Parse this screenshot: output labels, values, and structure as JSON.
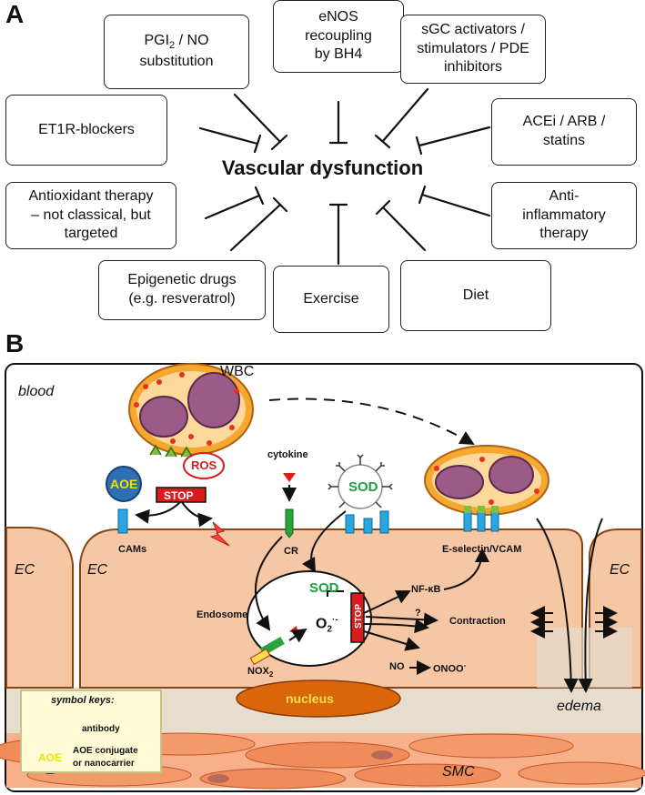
{
  "panel_a": {
    "letter": "A",
    "center": "Vascular dysfunction",
    "boxes": {
      "pgi2_main": "PGI",
      "pgi2_sub": "2",
      "pgi2_rest": " / NO\nsubstitution",
      "enos": "eNOS\nrecoupling\nby BH4",
      "sgc": "sGC activators /\nstimulators / PDE\ninhibitors",
      "et1r": "ET1R-blockers",
      "acei": "ACEi / ARB /\nstatins",
      "antiox": "Antioxidant therapy\n– not classical, but\ntargeted",
      "antiinfl": "Anti-\ninflammatory\ntherapy",
      "epigenetic": "Epigenetic drugs\n(e.g. resveratrol)",
      "exercise": "Exercise",
      "diet": "Diet"
    }
  },
  "panel_b": {
    "letter": "B",
    "blood": "blood",
    "wbc": "WBC",
    "ros": "ROS",
    "aoe": "AOE",
    "stop": "STOP",
    "cytokine": "cytokine",
    "sod": "SOD",
    "cams": "CAMs",
    "cr": "CR",
    "eselectin": "E-selectin/VCAM",
    "ec_left": "EC",
    "ec_mid": "EC",
    "ec_right": "EC",
    "endosome": "Endosome",
    "sod_inner": "SOD",
    "o2": "O",
    "o2_sub": "2",
    "o2_sup": "·-",
    "nox": "NOX",
    "nox_sub": "2",
    "nfkb": "NF-κB",
    "question": "?",
    "contraction": "Contraction",
    "no": "NO",
    "onoo": "ONOO",
    "onoo_sup": "-",
    "nucleus": "nucleus",
    "edema": "edema",
    "smc": "SMC",
    "legend": {
      "title": "symbol keys:",
      "antibody": "antibody",
      "aoe_symbol": "AOE",
      "aoe_desc_1": "AOE conjugate",
      "aoe_desc_2": "or nanocarrier"
    }
  },
  "colors": {
    "ec_fill": "#f6c7a5",
    "ec_stroke": "#8b4513",
    "nucleus": "#d9660a",
    "stop_red": "#d81c1c",
    "aoe_blue": "#2f6fb5",
    "aoe_text": "#f2e200",
    "sod_green": "#1aa33a",
    "receptor_blue": "#2aa7e0",
    "smc": "#f08b5a"
  }
}
